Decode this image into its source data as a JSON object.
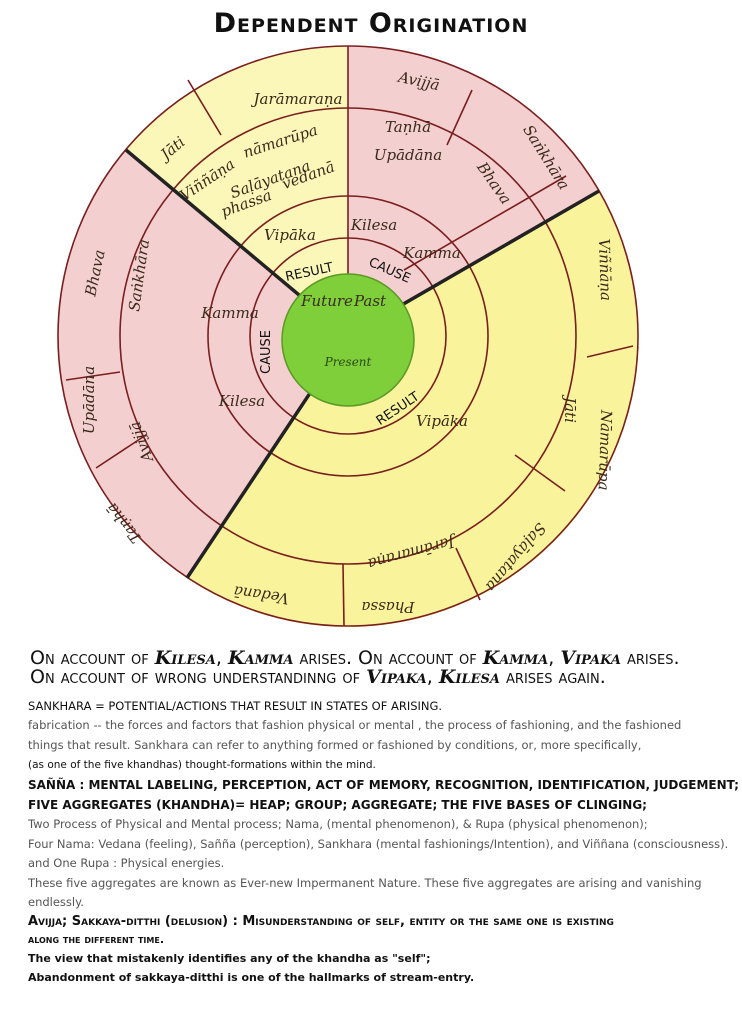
{
  "title": "Dependent Origination",
  "wheel": {
    "labels": [
      "Jarāmaraṇa",
      "Jāti",
      "Avijjā",
      "Saṅkhāra",
      "Taṇhā",
      "Upādāna",
      "Bhava",
      "Viññāṇa",
      "nāmarūpa",
      "Saḷāyatana",
      "phassa",
      "vedanā",
      "Viññāṇa",
      "Jāti",
      "Nāmarūpa",
      "Saḷāyatana",
      "Jarāmaraṇa",
      "Phassa",
      "Vedanā",
      "Bhava",
      "Saṅkhāra",
      "Upādāna",
      "Avijjā",
      "Taṇhā",
      "Vipāka",
      "Kilesa",
      "Kamma",
      "Kamma",
      "Kilesa",
      "Vipāka",
      "Future",
      "Past"
    ],
    "captions": [
      "RESULT",
      "CAUSE",
      "CAUSE",
      "RESULT"
    ],
    "center": "Present",
    "colors": {
      "pink": "#f4cfd0",
      "yellow": "#f9f49c",
      "green": "#7fcf3a",
      "line": "#7a1e1e"
    }
  },
  "summary": {
    "line1": {
      "a": "On account of ",
      "b": "Kilesa",
      "c": ", ",
      "d": "Kamma",
      "e": " arises. On account of ",
      "f": "Kamma",
      "g": ", ",
      "h": "Vipaka",
      "i": " arises."
    },
    "line2": {
      "a": "On account of wrong understandinng of ",
      "b": "Vipaka",
      "c": ", ",
      "d": "Kilesa",
      "e": " arises again."
    }
  },
  "notes": {
    "sankhara_head": "SANKHARA = POTENTIAL/ACTIONS THAT RESULT IN STATES OF ARISING.",
    "sankhara_1": "fabrication -- the forces and factors that fashion physical or mental , the process of fashioning, and the fashioned",
    "sankhara_2": "things that result. Sankhara can refer to anything formed or fashioned by conditions, or, more specifically,",
    "sankhara_3": "(as one of the five khandhas) thought-formations within the mind.",
    "sanna": "SAÑÑA : MENTAL LABELING, PERCEPTION, ACT OF MEMORY, RECOGNITION, IDENTIFICATION, JUDGEMENT;",
    "aggregates": "FIVE AGGREGATES (KHANDHA)= HEAP; GROUP; AGGREGATE; THE FIVE BASES OF CLINGING;",
    "agg_1": "Two Process of Physical and Mental process;  Nama, (mental phenomenon), & Rupa (physical phenomenon);",
    "agg_2": "Four Nama: Vedana (feeling), Sañña (perception), Sankhara (mental fashionings/Intention), and Viññana (consciousness).",
    "agg_3": "and One Rupa : Physical energies.",
    "agg_4": "These five aggregates are known as Ever-new Impermanent Nature. These five aggregates are arising and vanishing",
    "agg_5": "endlessly.",
    "avijja_1": "Avijja; Sakkaya-ditthi (delusion) : Misunderstanding of self, entity or the same one is existing",
    "avijja_2": "along the different time.",
    "view": "The view that mistakenly identifies any of the khandha as \"self\";",
    "abandon": "Abandonment of sakkaya-ditthi is one of the hallmarks of stream-entry."
  }
}
